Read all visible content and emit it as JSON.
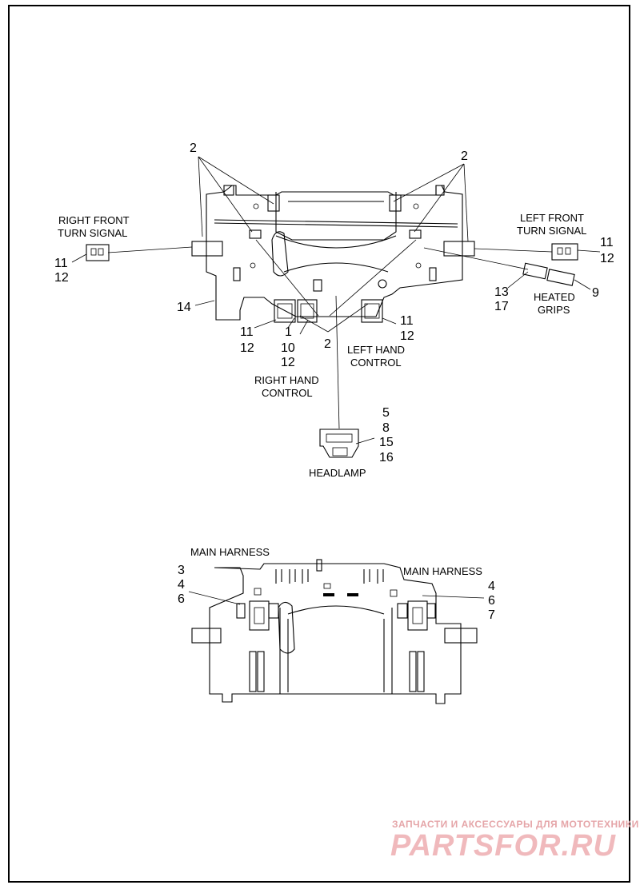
{
  "callouts": {
    "top_left_2": "2",
    "top_right_2": "2",
    "rfts_11": "11",
    "rfts_12": "12",
    "lfts_11": "11",
    "lfts_12": "12",
    "hg_13": "13",
    "hg_17": "17",
    "hg_9": "9",
    "lbl_14": "14",
    "rhc_11": "11",
    "rhc_12": "12",
    "rhc_1": "1",
    "rhc_10": "10",
    "rhc_12b": "12",
    "center_2": "2",
    "lhc_11": "11",
    "lhc_12": "12",
    "hl_5": "5",
    "hl_8": "8",
    "hl_15": "15",
    "hl_16": "16",
    "mh_left_3": "3",
    "mh_left_4": "4",
    "mh_left_6": "6",
    "mh_right_4": "4",
    "mh_right_6": "6",
    "mh_right_7": "7"
  },
  "labels": {
    "right_front_turn_signal_1": "RIGHT FRONT",
    "right_front_turn_signal_2": "TURN SIGNAL",
    "left_front_turn_signal_1": "LEFT FRONT",
    "left_front_turn_signal_2": "TURN SIGNAL",
    "heated_grips_1": "HEATED",
    "heated_grips_2": "GRIPS",
    "left_hand_control_1": "LEFT HAND",
    "left_hand_control_2": "CONTROL",
    "right_hand_control_1": "RIGHT HAND",
    "right_hand_control_2": "CONTROL",
    "headlamp": "HEADLAMP",
    "main_harness_left": "MAIN HARNESS",
    "main_harness_right": "MAIN HARNESS"
  },
  "watermark": {
    "tagline": "ЗАПЧАСТИ И АКСЕССУАРЫ ДЛЯ МОТОТЕХНИКИ",
    "logo": "PARTSFOR.RU",
    "logo_color": "#f0b9bc",
    "tagline_color": "#e5a5a8"
  }
}
